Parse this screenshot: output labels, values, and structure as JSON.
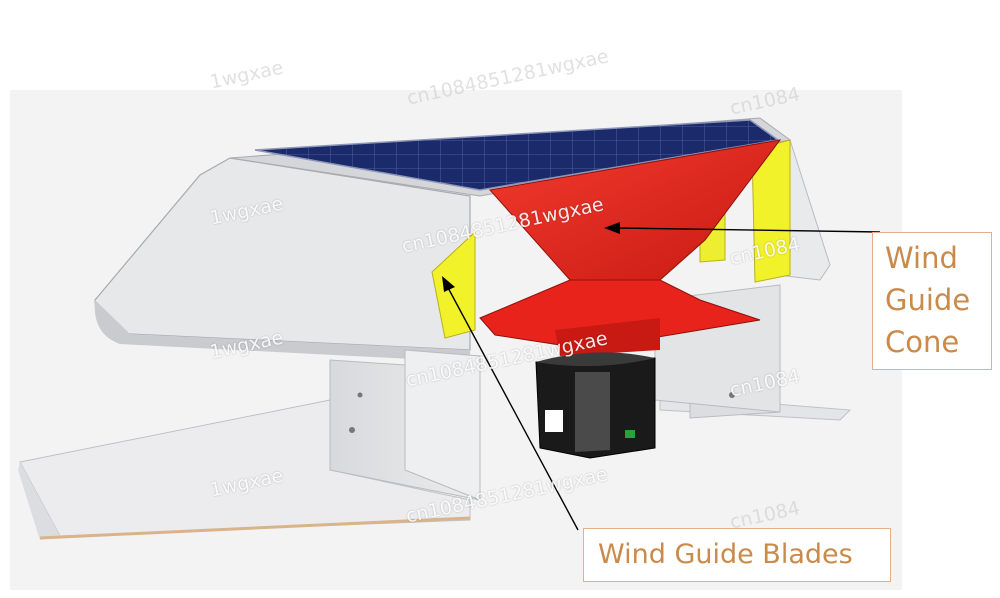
{
  "labels": {
    "cone": [
      "Wind",
      "Guide",
      "Cone"
    ],
    "blades": "Wind Guide Blades"
  },
  "watermarks": {
    "full": "cn1084851281wgxae",
    "tail": "1wgxae",
    "head": "cn1084"
  },
  "colors": {
    "housing": "#e7e8ea",
    "housing_shadow": "#c9cbcf",
    "solar_panel": "#1b2a6b",
    "cone": "#e8231c",
    "blades": "#f2f22a",
    "generator": "#1a1a1a",
    "callout_text": "#c98a4a",
    "callout_border": "#e2b08a",
    "base_edge": "#d9b48a"
  }
}
